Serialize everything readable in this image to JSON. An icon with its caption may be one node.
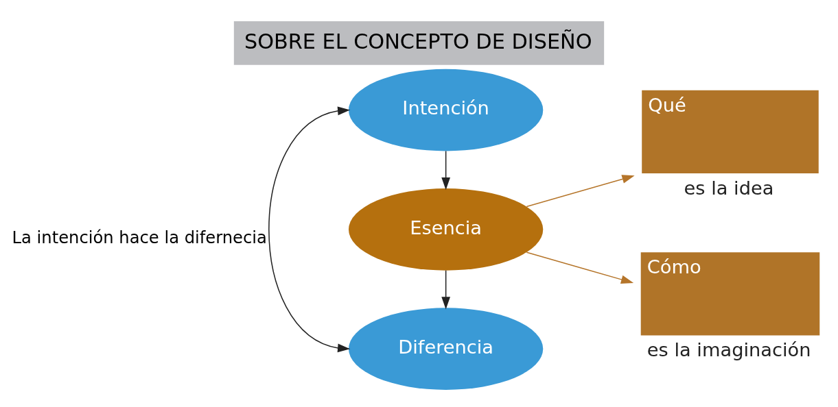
{
  "diagram": {
    "title": "SOBRE EL CONCEPTO DE DISEÑO",
    "nodes": [
      {
        "text": [
          "Intención"
        ]
      },
      {
        "text": [
          "Esencia"
        ]
      },
      {
        "text": [
          "Diferencia"
        ]
      },
      {
        "text": [
          "Qué"
        ],
        "beside": [
          "es la idea"
        ]
      },
      {
        "text": [
          "Cómo"
        ],
        "beside": [
          "es la imaginación"
        ]
      }
    ],
    "edges": [
      {
        "from": 0,
        "to": 1,
        "arrow": "to"
      },
      {
        "from": 1,
        "to": 2,
        "arrow": "to"
      },
      {
        "from": 1,
        "to": 3,
        "arrow": "to",
        "color": "#b5752a"
      },
      {
        "from": 1,
        "to": 4,
        "arrow": "to",
        "color": "#b5752a"
      },
      {
        "from": 0,
        "to": 2,
        "arrow": "both",
        "label": "La intención hace la difernecia"
      }
    ]
  }
}
